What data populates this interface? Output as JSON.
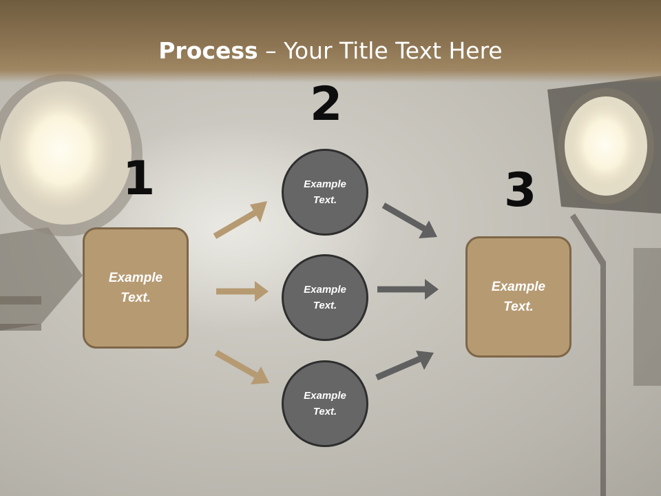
{
  "title": {
    "bold": "Process",
    "rest": " – Your Title Text Here"
  },
  "steps": [
    {
      "number": "1",
      "text": "Example Text."
    },
    {
      "number": "2",
      "items": [
        "Example Text.",
        "Example Text.",
        "Example Text."
      ]
    },
    {
      "number": "3",
      "text": "Example Text."
    }
  ],
  "colors": {
    "box_fill": "#b69a72",
    "circle_fill": "#666666",
    "tan_arrow": "#b69a72",
    "gray_arrow": "#606060"
  }
}
